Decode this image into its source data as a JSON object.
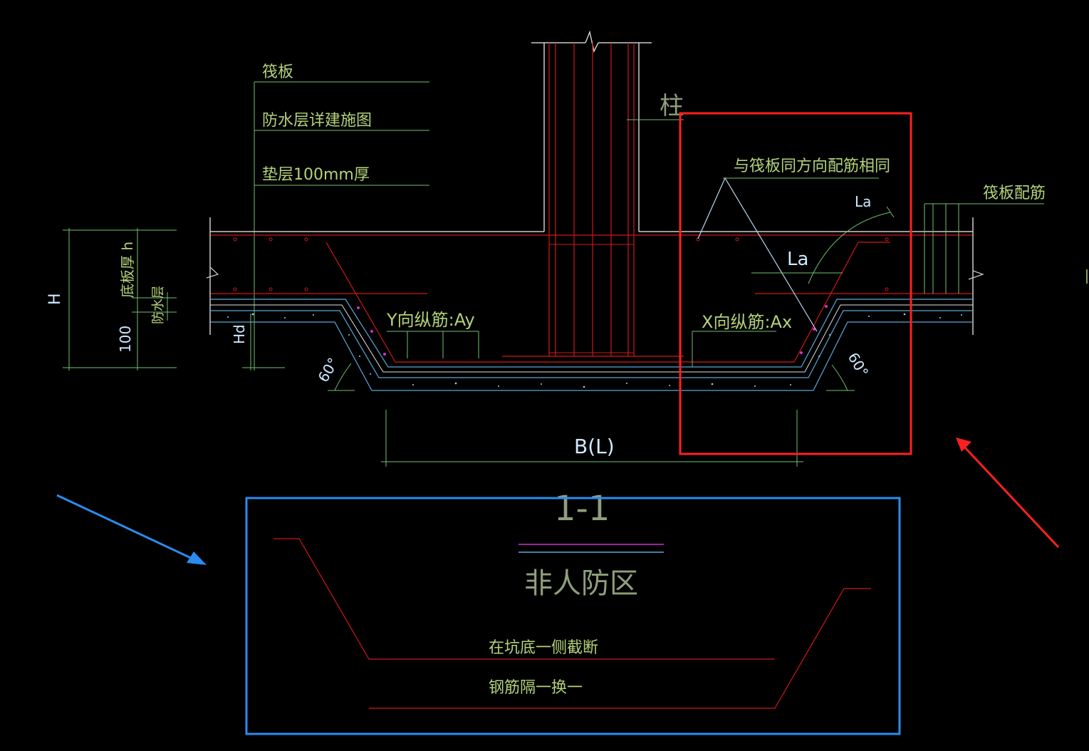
{
  "drawing": {
    "labels": {
      "raft": "筏板",
      "waterproof": "防水层详建施图",
      "cushion": "垫层100mm厚",
      "column": "柱",
      "same_dir": "与筏板同方向配筋相同",
      "raft_rebar": "筏板配筋",
      "la_small": "La",
      "la_big": "La",
      "y_rebar": "Y向纵筋:Ay",
      "x_rebar": "X向纵筋:Ax",
      "base_thickness": "底板厚 h",
      "waterproof_layer": "防水层",
      "h_total": "H",
      "hundred": "100",
      "hd": "Hd",
      "angle_left": "60°",
      "angle_right": "60°",
      "width": "B(L)",
      "section": "1-1",
      "zone": "非人防区",
      "cut_note": "在坑底一侧截断",
      "rebar_note": "钢筋隔一换一"
    },
    "colors": {
      "background": "#000000",
      "green_line": "#6fbf6f",
      "red_line": "#d01818",
      "dim_line": "#5fa85f",
      "concrete": "#5aa8d8",
      "highlight_red": "#ff2020",
      "highlight_blue": "#2a8cf0",
      "magenta": "#d030d0"
    }
  }
}
